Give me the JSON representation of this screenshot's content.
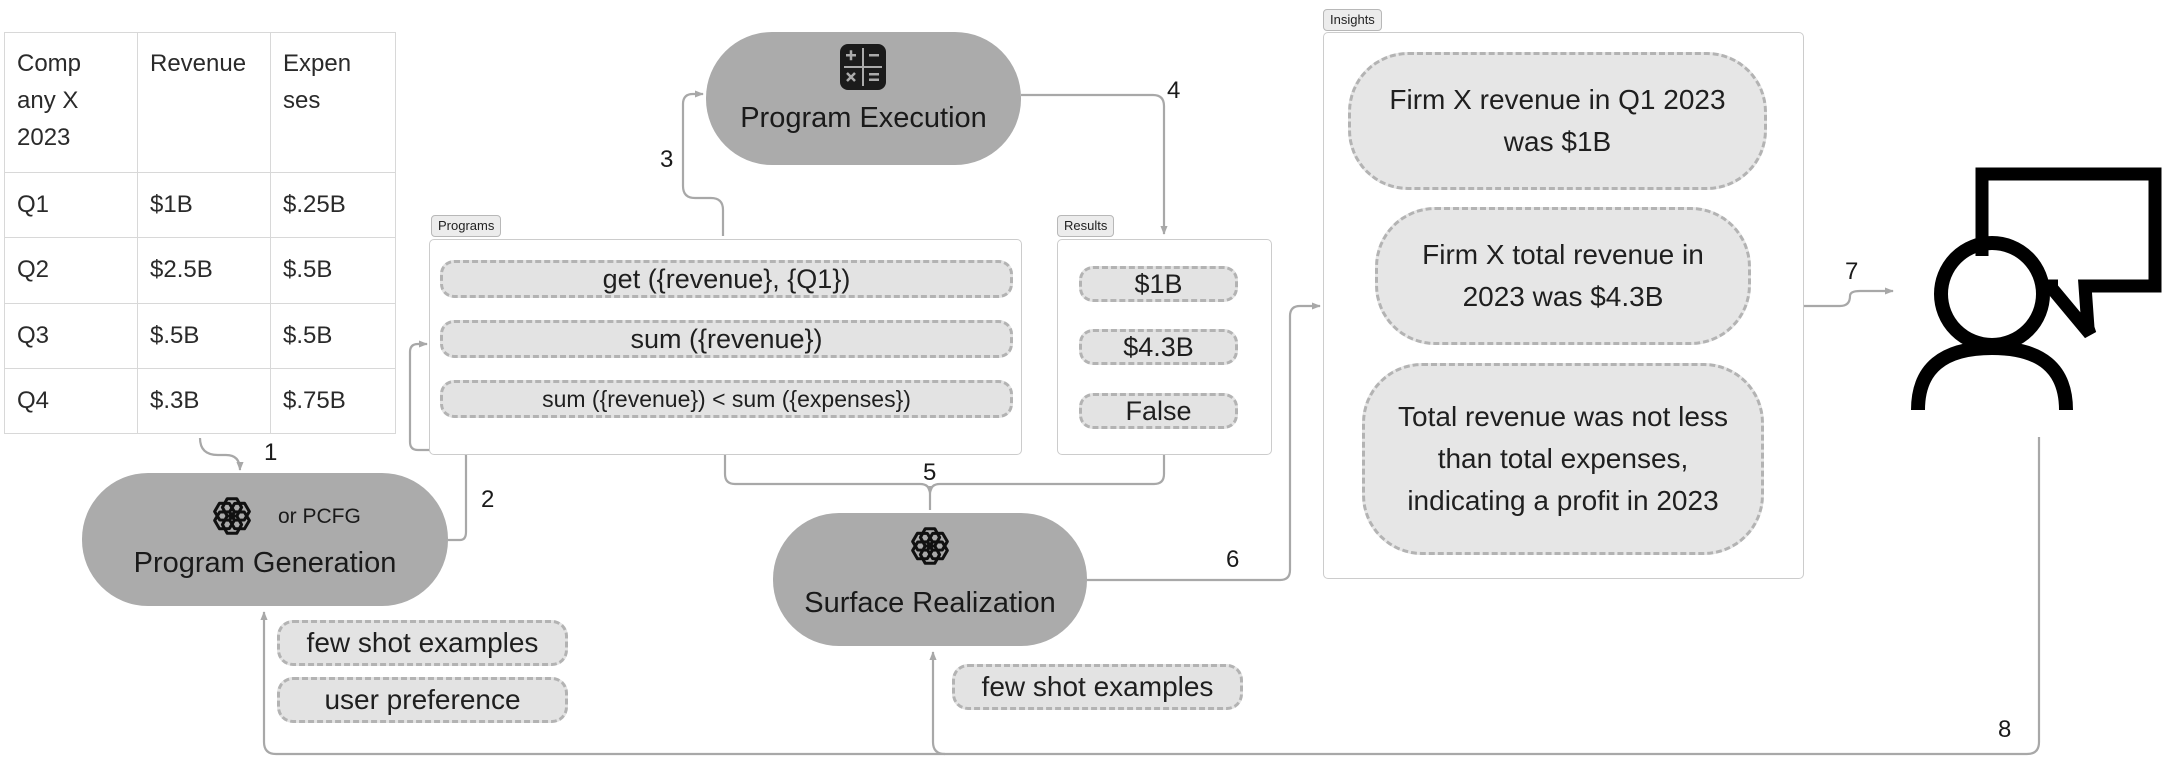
{
  "table": {
    "header": [
      "Comp\nany X\n2023",
      "Revenue",
      "Expen\nses"
    ],
    "rows": [
      [
        "Q1",
        "$1B",
        "$.25B"
      ],
      [
        "Q2",
        "$2.5B",
        "$.5B"
      ],
      [
        "Q3",
        "$.5B",
        "$.5B"
      ],
      [
        "Q4",
        "$.3B",
        "$.75B"
      ]
    ]
  },
  "labels": {
    "programs": "Programs",
    "results": "Results",
    "insights": "Insights"
  },
  "programs": [
    "get ({revenue}, {Q1})",
    "sum ({revenue})",
    "sum ({revenue}) < sum ({expenses})"
  ],
  "results": [
    "$1B",
    "$4.3B",
    "False"
  ],
  "insights": [
    "Firm X revenue in Q1 2023 was $1B",
    "Firm X total revenue in 2023 was $4.3B",
    "Total revenue was not less than total expenses, indicating a profit in 2023"
  ],
  "nodes": {
    "execution": "Program Execution",
    "generation": "Program Generation",
    "generation_alt": "or PCFG",
    "realization": "Surface Realization"
  },
  "inputs": {
    "generation": [
      "few shot examples",
      "user preference"
    ],
    "realization": [
      "few shot examples"
    ]
  },
  "steps": [
    "1",
    "2",
    "3",
    "4",
    "5",
    "6",
    "7",
    "8"
  ],
  "icons": {
    "execution": "calculator-icon",
    "generation": "openai-logo-icon",
    "realization": "openai-logo-icon",
    "user": "user-speech-bubble-icon"
  },
  "colors": {
    "node_fill": "#ababab",
    "pill_fill": "#e3e3e3",
    "pill_border": "#b3b3b3",
    "connector": "#a8a8a8"
  }
}
